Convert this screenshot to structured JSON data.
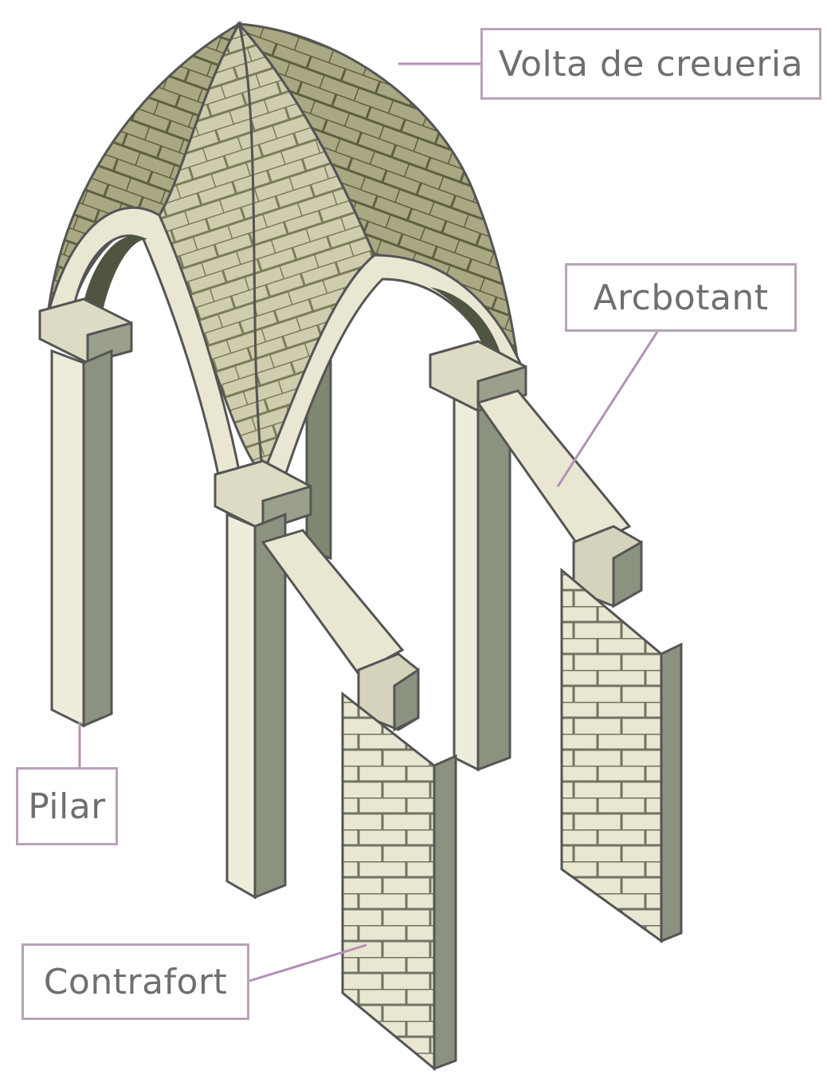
{
  "diagram": {
    "labels": {
      "volta": "Volta de creueria",
      "arcbotant": "Arcbotant",
      "pilar": "Pilar",
      "contrafort": "Contrafort"
    },
    "colors": {
      "stone_light": "#e9e6d2",
      "stone_mid": "#c9c6ab",
      "stone_shadow": "#8b927f",
      "vault_dark": "#7b7c58",
      "mortar": "#6f7460",
      "leader_line": "#b48fb4",
      "label_border": "#b8a3b8",
      "label_text": "#6f6f6f"
    }
  }
}
